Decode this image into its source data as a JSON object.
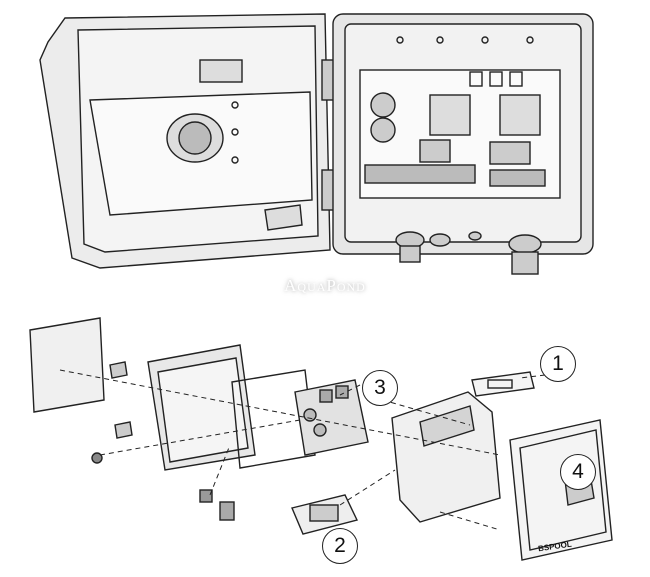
{
  "watermark": "AquaPond",
  "callouts": [
    "1",
    "2",
    "3",
    "4"
  ],
  "logo_text": "BSPOOL",
  "colors": {
    "line": "#222222",
    "fill": "#e9e9e9",
    "panel": "#cfcfcf"
  }
}
